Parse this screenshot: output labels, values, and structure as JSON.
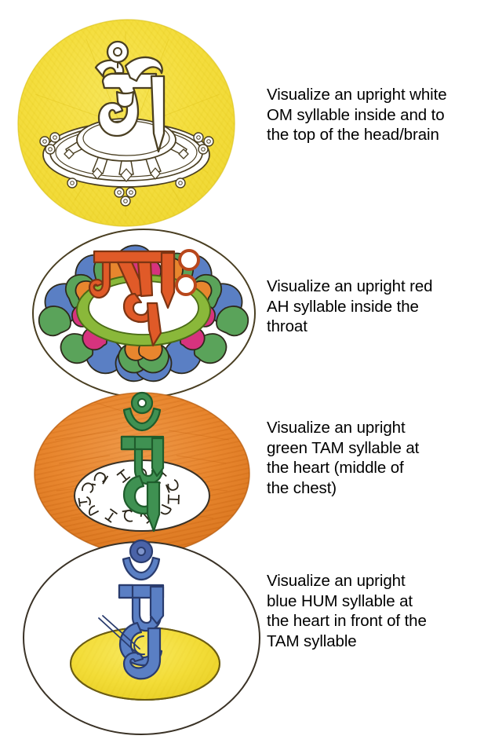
{
  "document": {
    "title": "Four Syllables Visualization Diagram",
    "background_color": "#ffffff"
  },
  "panels": [
    {
      "id": "om",
      "syllable": "OM",
      "syllable_script": "Tibetan OM (ༀ)",
      "syllable_color": "#ffffff",
      "syllable_outline_color": "#6b5a22",
      "disc_shape": "circle",
      "disc_color": "#f4dd3a",
      "support": "dharma-wheel",
      "support_color": "#ffffff",
      "body_location": "head/brain",
      "caption": "Visualize an upright white\nOM syllable inside and to\nthe top of the head/brain"
    },
    {
      "id": "ah",
      "syllable": "AH",
      "syllable_script": "Tibetan AH (ཨཿ)",
      "syllable_color": "#e05a28",
      "syllable_outline_color": "#8a3a15",
      "disc_shape": "circle",
      "disc_color": "#ffffff",
      "support": "multicolored-lotus",
      "lotus_colors": [
        "#5a7fc4",
        "#5aa35a",
        "#e8862e",
        "#d6337e",
        "#8ab83a"
      ],
      "body_location": "throat",
      "caption": "Visualize an upright red\nAH syllable inside the\nthroat"
    },
    {
      "id": "tam",
      "syllable": "TAM",
      "syllable_script": "Tibetan TAM (ཏཾ)",
      "syllable_color": "#3f9152",
      "syllable_outline_color": "#1f5c2c",
      "disc_shape": "circle",
      "disc_color": "#e8862e",
      "support": "white-oval-with-mantra-ring",
      "support_color": "#ffffff",
      "mantra_ring": "Tibetan mantra syllables encircling the TAM",
      "body_location": "heart (middle of the chest)",
      "caption": "Visualize an upright\ngreen TAM syllable at\nthe heart (middle of\nthe chest)"
    },
    {
      "id": "hum",
      "syllable": "HUM",
      "syllable_script": "Tibetan HUM (ཧཱུྃ)",
      "syllable_color": "#4a63a8",
      "syllable_outline_color": "#2a3c6e",
      "disc_shape": "circle",
      "disc_color": "#ffffff",
      "support": "yellow-oval-disc",
      "support_color": "#f4dd3a",
      "body_location": "heart, in front of the TAM syllable",
      "caption": "Visualize an upright\nblue HUM syllable at\nthe heart in front of the\nTAM syllable"
    }
  ],
  "colors": {
    "yellow": "#f4dd3a",
    "yellow_deep": "#ead12a",
    "orange": "#e8862e",
    "orange_deep": "#d4701d",
    "red": "#e05a28",
    "green": "#3f9152",
    "green_light": "#8ab83a",
    "blue": "#5a7fc4",
    "blue_deep": "#4a63a8",
    "magenta": "#d6337e",
    "ink": "#3a3226",
    "text": "#000000",
    "white": "#ffffff"
  }
}
